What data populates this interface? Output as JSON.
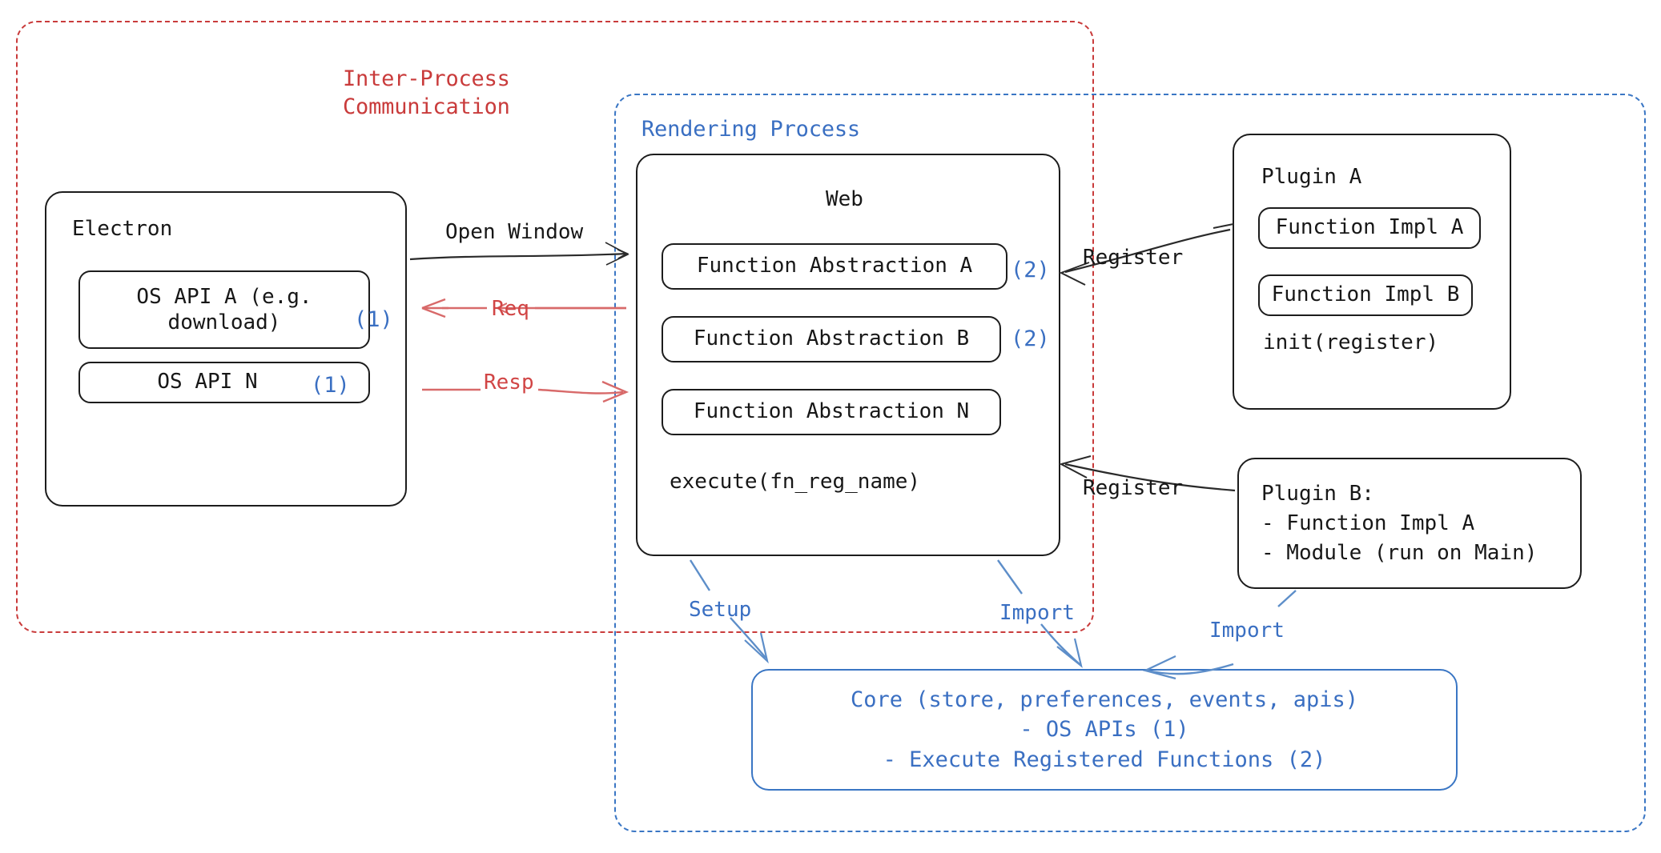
{
  "regions": {
    "ipc": {
      "label": "Inter-Process\nCommunication",
      "color": "#c93b3b"
    },
    "rendering": {
      "label": "Rendering Process",
      "color": "#3a6fc2"
    }
  },
  "electron": {
    "title": "Electron",
    "apis": [
      {
        "text": "OS API A (e.g.\ndownload)",
        "marker": "(1)"
      },
      {
        "text": "OS API N",
        "marker": "(1)"
      }
    ]
  },
  "web": {
    "title": "Web",
    "abstractions": [
      {
        "text": "Function Abstraction A",
        "marker": "(2)"
      },
      {
        "text": "Function Abstraction B",
        "marker": "(2)"
      },
      {
        "text": "Function Abstraction N",
        "marker": ""
      }
    ],
    "execute": "execute(fn_reg_name)"
  },
  "plugin_a": {
    "title": "Plugin A",
    "functions": [
      "Function Impl A",
      "Function Impl B"
    ],
    "init": "init(register)"
  },
  "plugin_b": {
    "lines": "Plugin B:\n- Function Impl A\n- Module (run on Main)"
  },
  "core": {
    "text": "Core (store, preferences, events, apis)\n- OS APIs (1)\n- Execute Registered Functions (2)",
    "color": "#3a6fc2"
  },
  "edges": {
    "open_window": "Open Window",
    "req": "Req",
    "resp": "Resp",
    "register_top": "Register",
    "register_bottom": "Register",
    "setup": "Setup",
    "import_web": "Import",
    "import_plugin": "Import"
  },
  "colors": {
    "red": "#c93b3b",
    "blue": "#3a6fc2",
    "ink": "#171717",
    "arrow_blue": "#5d8ec9",
    "arrow_red": "#d86a6a"
  }
}
